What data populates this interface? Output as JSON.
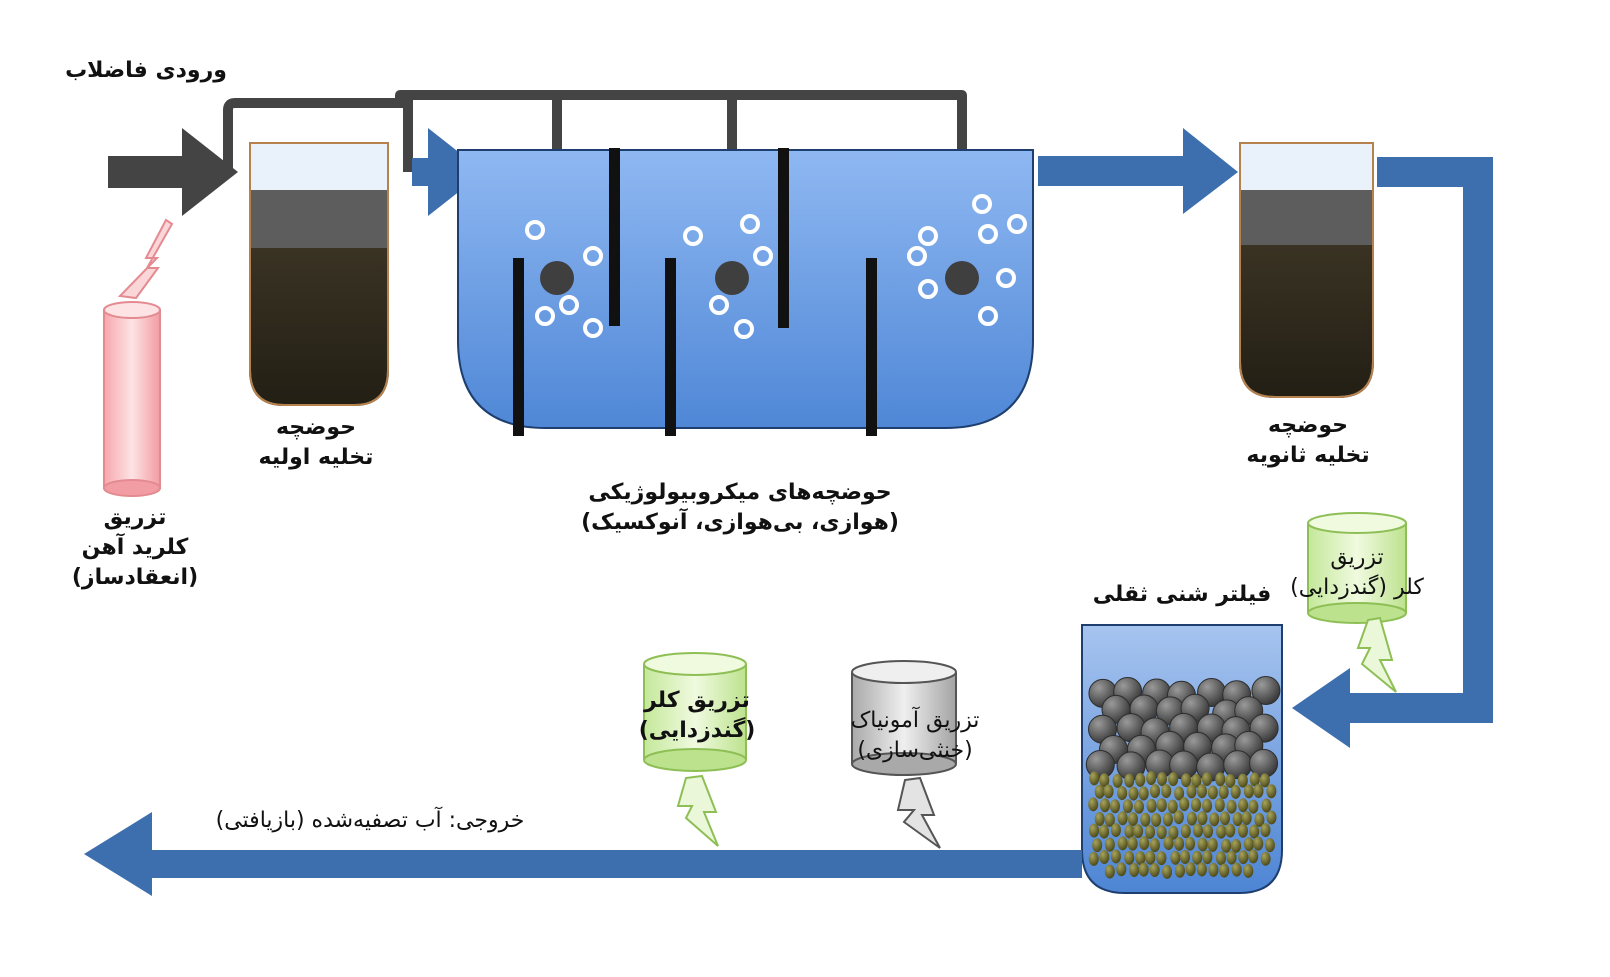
{
  "inlet": {
    "label": "ورودی فاضلاب"
  },
  "coagulant": {
    "line1": "تزریق",
    "line2": "کلرید آهن",
    "line3": "(انعقادساز)"
  },
  "primary_clarifier": {
    "line1": "حوضچه",
    "line2": "تخلیه اولیه"
  },
  "bio_basins": {
    "line1": "حوضچه‌های میکروبیولوژیکی",
    "line2": "(هوازی، بی‌هوازی، آنوکسیک)"
  },
  "secondary_clarifier": {
    "line1": "حوضچه",
    "line2": "تخلیه ثانویه"
  },
  "chlorine_injection_1": {
    "line1": "تزریق",
    "line2": "کلر (گندزدایی)"
  },
  "sand_filter": {
    "label": "فیلتر شنی ثقلی"
  },
  "ammonia_injection": {
    "line1": "تزریق آمونیاک",
    "line2": "(خنثی‌سازی)"
  },
  "chlorine_injection_2": {
    "line1": "تزریق کلر",
    "line2": "(گندزدایی)"
  },
  "outlet": {
    "label": "خروجی: آب تصفیه‌شده (بازیافتی)"
  },
  "colors": {
    "flow_arrow": "#3d6fae",
    "pipe": "#444444",
    "water": "#6a9de6",
    "sludge": "#2f2a1c",
    "coagulant_tank": "#f4b2b6",
    "chlorine_tank": "#d9f0b0",
    "ammonia_tank": "#c8c8c8",
    "gravel": "#5a5a5a",
    "sand": "#6d6a2a"
  }
}
